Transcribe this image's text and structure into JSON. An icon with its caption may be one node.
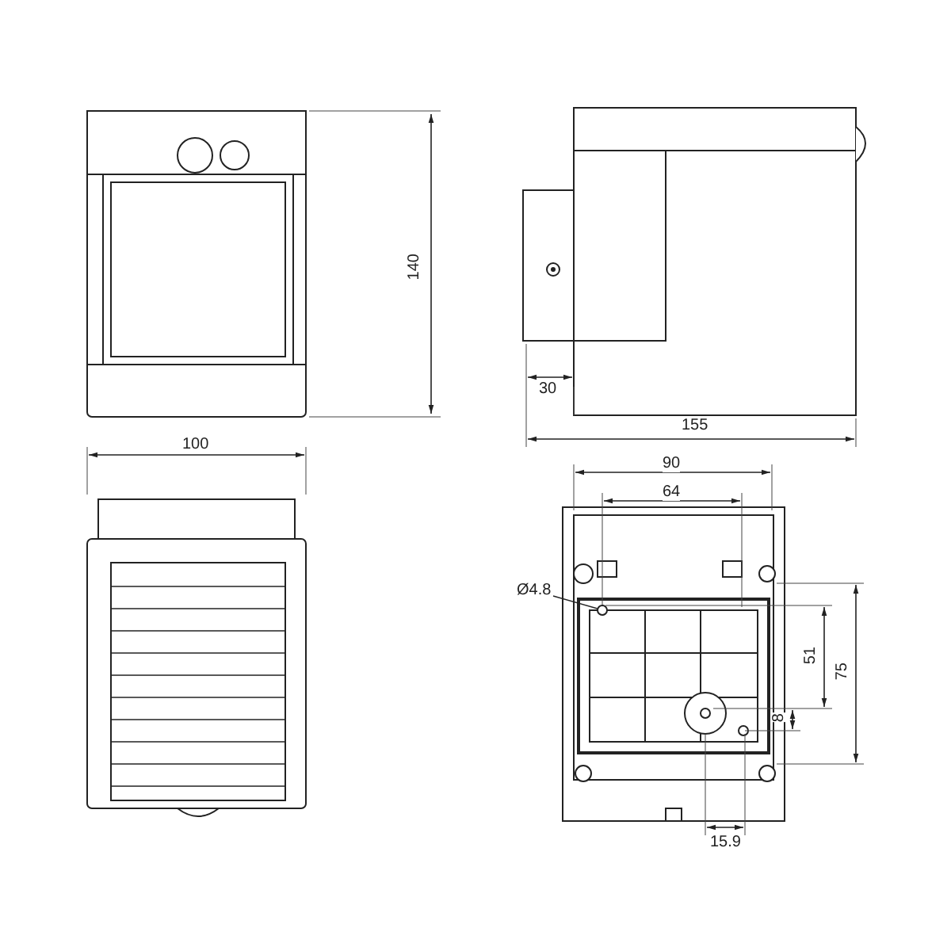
{
  "diagram": {
    "nodes": [
      {
        "text": [
          "Ø4.8"
        ]
      },
      {
        "text": [],
        "shape": "circle"
      }
    ],
    "edges": [
      {
        "from": 0,
        "to": 1,
        "arrow": "none"
      }
    ],
    "labels": [
      "140",
      "30",
      "155",
      "100",
      "90",
      "64",
      "51",
      "75",
      "8",
      "15.9"
    ]
  }
}
